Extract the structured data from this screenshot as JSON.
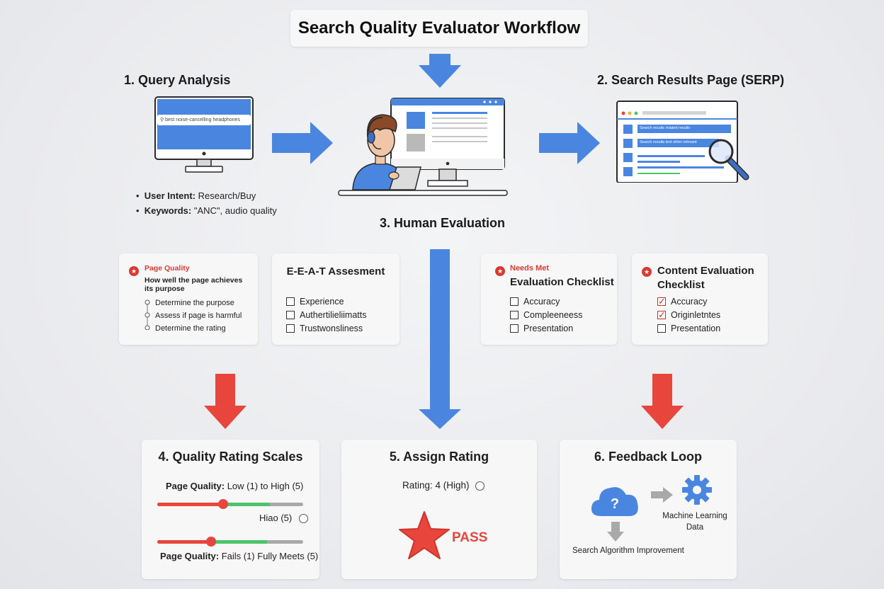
{
  "title": "Search Quality Evaluator Workflow",
  "query_analysis": {
    "heading": "1. Query Analysis",
    "search_text": "best noise-cancelling headphones",
    "bullets": [
      {
        "label": "User Intent:",
        "value": " Research/Buy"
      },
      {
        "label": "Keywords:",
        "value": " \"ANC\", audio quality"
      }
    ]
  },
  "serp": {
    "heading": "2. Search Results Page (SERP)",
    "result_lines": [
      "Search results related results",
      "Search results text other relevant"
    ]
  },
  "human_evaluation": {
    "heading": "3. Human Evaluation"
  },
  "page_quality": {
    "tag": "Page Quality",
    "subtitle_line1": "How well the page achieves",
    "subtitle_line2": "its purpose",
    "steps": [
      "Determine the purpose",
      "Assess if page is harmful",
      "Determine the rating"
    ]
  },
  "eeat": {
    "heading": "E-E-A-T Assesment",
    "items": [
      "Experience",
      "Authertilieliimatts",
      "Trustwonsliness"
    ]
  },
  "needs_met": {
    "tag": "Needs Met",
    "heading": "Evaluation Checklist",
    "items": [
      "Accuracy",
      "Compleeneess",
      "Presentation"
    ]
  },
  "content_eval": {
    "heading_line1": "Content Evaluation",
    "heading_line2": "Checklist",
    "items": [
      {
        "label": "Accuracy",
        "checked": true
      },
      {
        "label": "Originletntes",
        "checked": true
      },
      {
        "label": "Presentation",
        "checked": false
      }
    ]
  },
  "rating_scales": {
    "heading": "4. Quality Rating Scales",
    "scale1_label": "Page Quality:",
    "scale1_value": " Low (1) to High (5)",
    "scale1_level": 0.45,
    "radio_label": "Hiao (5)",
    "scale2_label": "Page Quality:",
    "scale2_value": " Fails (1) Fully Meets (5)",
    "scale2_level": 0.37
  },
  "assign_rating": {
    "heading": "5. Assign Rating",
    "rating_text": "Rating: 4 (High)",
    "verdict": "PASS"
  },
  "feedback": {
    "heading": "6. Feedback Loop",
    "ml_line1": "Machine Learning",
    "ml_line2": "Data",
    "improvement": "Search Algorithm Improvement"
  },
  "colors": {
    "blue": "#4a86e0",
    "red": "#e8453c",
    "green": "#4cc46a",
    "gray": "#a9a9a9"
  }
}
